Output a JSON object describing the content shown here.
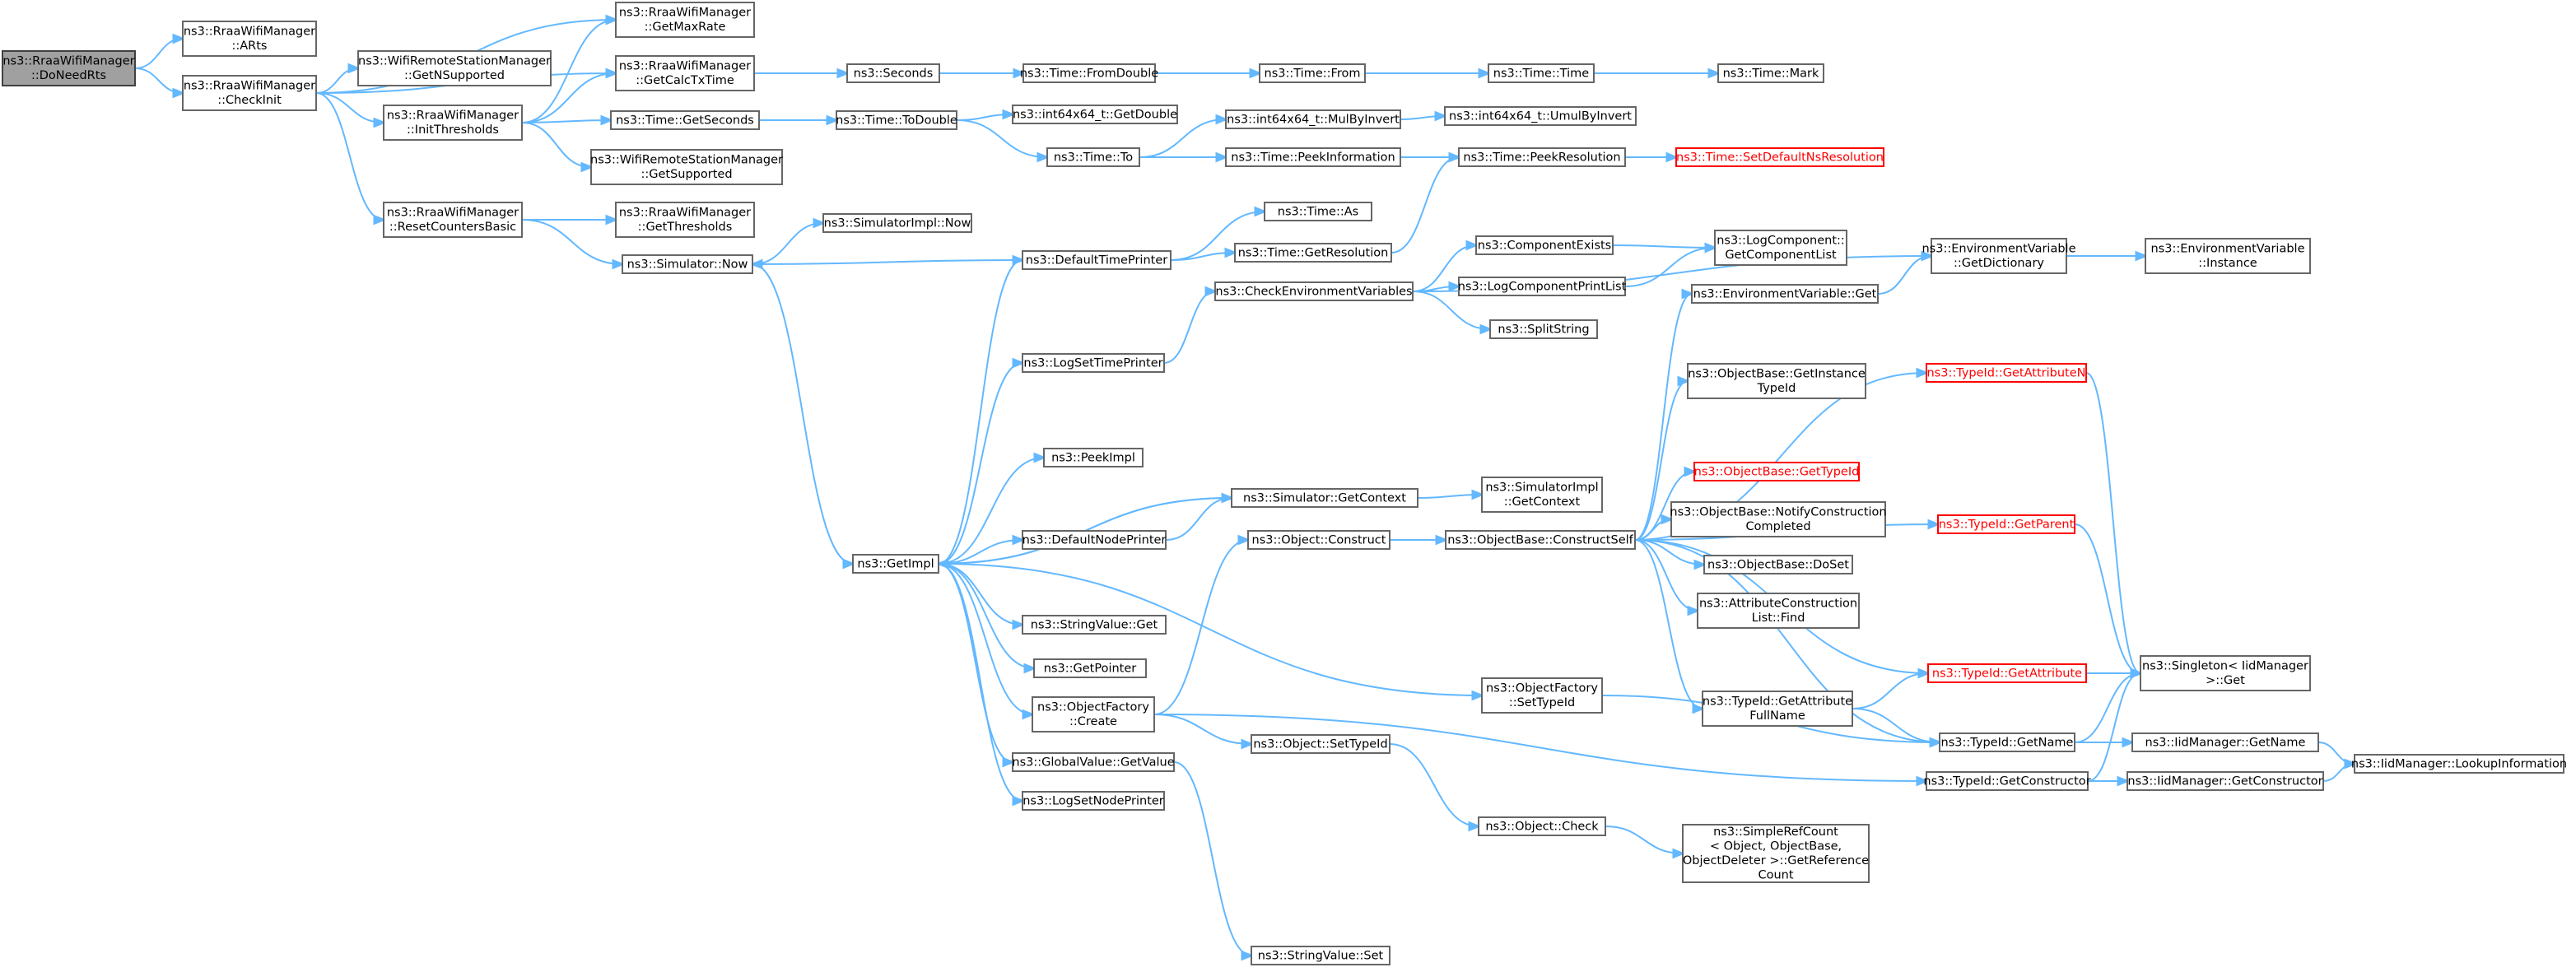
{
  "colors": {
    "edge": "#63b8ff",
    "root_fill": "#a0a0a0",
    "truncated_border": "#ff0000",
    "node_border": "#666666"
  },
  "nodes": [
    {
      "id": "n0",
      "lines": [
        "ns3::RraaWifiManager",
        "::DoNeedRts"
      ],
      "root": true
    },
    {
      "id": "n1",
      "lines": [
        "ns3::RraaWifiManager",
        "::ARts"
      ]
    },
    {
      "id": "n2",
      "lines": [
        "ns3::RraaWifiManager",
        "::CheckInit"
      ]
    },
    {
      "id": "n3",
      "lines": [
        "ns3::RraaWifiManager",
        "::GetMaxRate"
      ]
    },
    {
      "id": "n4",
      "lines": [
        "ns3::WifiRemoteStationManager",
        "::GetNSupported"
      ]
    },
    {
      "id": "n5",
      "lines": [
        "ns3::RraaWifiManager",
        "::GetCalcTxTime"
      ]
    },
    {
      "id": "n6",
      "lines": [
        "ns3::RraaWifiManager",
        "::InitThresholds"
      ]
    },
    {
      "id": "n7",
      "lines": [
        "ns3::RraaWifiManager",
        "::ResetCountersBasic"
      ]
    },
    {
      "id": "n8",
      "lines": [
        "ns3::Seconds"
      ]
    },
    {
      "id": "n9",
      "lines": [
        "ns3::Time::FromDouble"
      ]
    },
    {
      "id": "n10",
      "lines": [
        "ns3::Time::From"
      ]
    },
    {
      "id": "n11",
      "lines": [
        "ns3::Time::Time"
      ]
    },
    {
      "id": "n12",
      "lines": [
        "ns3::Time::Mark"
      ]
    },
    {
      "id": "n13",
      "lines": [
        "ns3::Time::GetSeconds"
      ]
    },
    {
      "id": "n14",
      "lines": [
        "ns3::Time::ToDouble"
      ]
    },
    {
      "id": "n15",
      "lines": [
        "ns3::int64x64_t::GetDouble"
      ]
    },
    {
      "id": "n16",
      "lines": [
        "ns3::Time::To"
      ]
    },
    {
      "id": "n17",
      "lines": [
        "ns3::int64x64_t::MulByInvert"
      ]
    },
    {
      "id": "n18",
      "lines": [
        "ns3::int64x64_t::UmulByInvert"
      ]
    },
    {
      "id": "n19",
      "lines": [
        "ns3::Time::PeekInformation"
      ]
    },
    {
      "id": "n20",
      "lines": [
        "ns3::Time::PeekResolution"
      ]
    },
    {
      "id": "n21",
      "lines": [
        "ns3::Time::SetDefaultNsResolution"
      ],
      "trunc": true
    },
    {
      "id": "n22",
      "lines": [
        "ns3::WifiRemoteStationManager",
        "::GetSupported"
      ]
    },
    {
      "id": "n23",
      "lines": [
        "ns3::RraaWifiManager",
        "::GetThresholds"
      ]
    },
    {
      "id": "n24",
      "lines": [
        "ns3::SimulatorImpl::Now"
      ]
    },
    {
      "id": "n25",
      "lines": [
        "ns3::Simulator::Now"
      ]
    },
    {
      "id": "n26",
      "lines": [
        "ns3::Time::As"
      ]
    },
    {
      "id": "n27",
      "lines": [
        "ns3::DefaultTimePrinter"
      ]
    },
    {
      "id": "n28",
      "lines": [
        "ns3::Time::GetResolution"
      ]
    },
    {
      "id": "n29",
      "lines": [
        "ns3::CheckEnvironmentVariables"
      ]
    },
    {
      "id": "n30",
      "lines": [
        "ns3::ComponentExists"
      ]
    },
    {
      "id": "n31",
      "lines": [
        "ns3::LogComponent::",
        "GetComponentList"
      ]
    },
    {
      "id": "n32",
      "lines": [
        "ns3::LogComponentPrintList"
      ]
    },
    {
      "id": "n33",
      "lines": [
        "ns3::SplitString"
      ]
    },
    {
      "id": "n34",
      "lines": [
        "ns3::EnvironmentVariable",
        "::GetDictionary"
      ]
    },
    {
      "id": "n35",
      "lines": [
        "ns3::EnvironmentVariable",
        "::Instance"
      ]
    },
    {
      "id": "n36",
      "lines": [
        "ns3::EnvironmentVariable::Get"
      ]
    },
    {
      "id": "n37",
      "lines": [
        "ns3::LogSetTimePrinter"
      ]
    },
    {
      "id": "n38",
      "lines": [
        "ns3::PeekImpl"
      ]
    },
    {
      "id": "n39",
      "lines": [
        "ns3::GetImpl"
      ]
    },
    {
      "id": "n40",
      "lines": [
        "ns3::Simulator::GetContext"
      ]
    },
    {
      "id": "n41",
      "lines": [
        "ns3::SimulatorImpl",
        "::GetContext"
      ]
    },
    {
      "id": "n42",
      "lines": [
        "ns3::DefaultNodePrinter"
      ]
    },
    {
      "id": "n43",
      "lines": [
        "ns3::Object::Construct"
      ]
    },
    {
      "id": "n44",
      "lines": [
        "ns3::ObjectBase::ConstructSelf"
      ]
    },
    {
      "id": "n45",
      "lines": [
        "ns3::ObjectBase::GetInstance",
        "TypeId"
      ]
    },
    {
      "id": "n46",
      "lines": [
        "ns3::ObjectBase::GetTypeId"
      ],
      "trunc": true
    },
    {
      "id": "n47",
      "lines": [
        "ns3::ObjectBase::NotifyConstruction",
        "Completed"
      ]
    },
    {
      "id": "n48",
      "lines": [
        "ns3::ObjectBase::DoSet"
      ]
    },
    {
      "id": "n49",
      "lines": [
        "ns3::AttributeConstruction",
        "List::Find"
      ]
    },
    {
      "id": "n50",
      "lines": [
        "ns3::TypeId::GetAttributeN"
      ],
      "trunc": true
    },
    {
      "id": "n51",
      "lines": [
        "ns3::TypeId::GetParent"
      ],
      "trunc": true
    },
    {
      "id": "n52",
      "lines": [
        "ns3::TypeId::GetAttribute"
      ],
      "trunc": true
    },
    {
      "id": "n53",
      "lines": [
        "ns3::Singleton< IidManager",
        ">::Get"
      ]
    },
    {
      "id": "n54",
      "lines": [
        "ns3::StringValue::Get"
      ]
    },
    {
      "id": "n55",
      "lines": [
        "ns3::GetPointer"
      ]
    },
    {
      "id": "n56",
      "lines": [
        "ns3::ObjectFactory",
        "::Create"
      ]
    },
    {
      "id": "n57",
      "lines": [
        "ns3::ObjectFactory",
        "::SetTypeId"
      ]
    },
    {
      "id": "n58",
      "lines": [
        "ns3::TypeId::GetAttribute",
        "FullName"
      ]
    },
    {
      "id": "n59",
      "lines": [
        "ns3::TypeId::GetName"
      ]
    },
    {
      "id": "n60",
      "lines": [
        "ns3::IidManager::GetName"
      ]
    },
    {
      "id": "n61",
      "lines": [
        "ns3::IidManager::LookupInformation"
      ]
    },
    {
      "id": "n62",
      "lines": [
        "ns3::GlobalValue::GetValue"
      ]
    },
    {
      "id": "n63",
      "lines": [
        "ns3::Object::SetTypeId"
      ]
    },
    {
      "id": "n64",
      "lines": [
        "ns3::TypeId::GetConstructor"
      ]
    },
    {
      "id": "n65",
      "lines": [
        "ns3::IidManager::GetConstructor"
      ]
    },
    {
      "id": "n66",
      "lines": [
        "ns3::LogSetNodePrinter"
      ]
    },
    {
      "id": "n67",
      "lines": [
        "ns3::Object::Check"
      ]
    },
    {
      "id": "n68",
      "lines": [
        "ns3::SimpleRefCount",
        "< Object, ObjectBase,",
        "ObjectDeleter >::GetReference",
        "Count"
      ]
    },
    {
      "id": "n69",
      "lines": [
        "ns3::StringValue::Set"
      ]
    }
  ],
  "edges": [
    [
      "n0",
      "n1"
    ],
    [
      "n0",
      "n2"
    ],
    [
      "n2",
      "n3"
    ],
    [
      "n2",
      "n4"
    ],
    [
      "n2",
      "n5"
    ],
    [
      "n2",
      "n6"
    ],
    [
      "n2",
      "n7"
    ],
    [
      "n6",
      "n3"
    ],
    [
      "n6",
      "n5"
    ],
    [
      "n6",
      "n13"
    ],
    [
      "n6",
      "n22"
    ],
    [
      "n5",
      "n8"
    ],
    [
      "n8",
      "n9"
    ],
    [
      "n9",
      "n10"
    ],
    [
      "n10",
      "n11"
    ],
    [
      "n11",
      "n12"
    ],
    [
      "n13",
      "n14"
    ],
    [
      "n14",
      "n15"
    ],
    [
      "n14",
      "n16"
    ],
    [
      "n16",
      "n17"
    ],
    [
      "n16",
      "n19"
    ],
    [
      "n17",
      "n18"
    ],
    [
      "n19",
      "n20"
    ],
    [
      "n20",
      "n21"
    ],
    [
      "n7",
      "n23"
    ],
    [
      "n7",
      "n25"
    ],
    [
      "n25",
      "n24"
    ],
    [
      "n25",
      "n39"
    ],
    [
      "n27",
      "n25"
    ],
    [
      "n27",
      "n26"
    ],
    [
      "n27",
      "n28"
    ],
    [
      "n28",
      "n20"
    ],
    [
      "n29",
      "n30"
    ],
    [
      "n29",
      "n32"
    ],
    [
      "n29",
      "n33"
    ],
    [
      "n29",
      "n34"
    ],
    [
      "n30",
      "n31"
    ],
    [
      "n32",
      "n31"
    ],
    [
      "n34",
      "n35"
    ],
    [
      "n36",
      "n34"
    ],
    [
      "n39",
      "n27"
    ],
    [
      "n39",
      "n37"
    ],
    [
      "n39",
      "n38"
    ],
    [
      "n39",
      "n40"
    ],
    [
      "n39",
      "n42"
    ],
    [
      "n39",
      "n54"
    ],
    [
      "n39",
      "n55"
    ],
    [
      "n39",
      "n56"
    ],
    [
      "n39",
      "n57"
    ],
    [
      "n39",
      "n62"
    ],
    [
      "n39",
      "n66"
    ],
    [
      "n37",
      "n29"
    ],
    [
      "n40",
      "n39"
    ],
    [
      "n40",
      "n41"
    ],
    [
      "n42",
      "n40"
    ],
    [
      "n56",
      "n43"
    ],
    [
      "n56",
      "n63"
    ],
    [
      "n56",
      "n64"
    ],
    [
      "n43",
      "n44"
    ],
    [
      "n44",
      "n36"
    ],
    [
      "n44",
      "n45"
    ],
    [
      "n44",
      "n46"
    ],
    [
      "n44",
      "n47"
    ],
    [
      "n44",
      "n48"
    ],
    [
      "n44",
      "n49"
    ],
    [
      "n44",
      "n50"
    ],
    [
      "n44",
      "n51"
    ],
    [
      "n44",
      "n52"
    ],
    [
      "n44",
      "n58"
    ],
    [
      "n44",
      "n59"
    ],
    [
      "n50",
      "n53"
    ],
    [
      "n51",
      "n53"
    ],
    [
      "n52",
      "n53"
    ],
    [
      "n58",
      "n52"
    ],
    [
      "n58",
      "n59"
    ],
    [
      "n59",
      "n53"
    ],
    [
      "n59",
      "n60"
    ],
    [
      "n60",
      "n61"
    ],
    [
      "n57",
      "n59"
    ],
    [
      "n63",
      "n67"
    ],
    [
      "n67",
      "n68"
    ],
    [
      "n64",
      "n53"
    ],
    [
      "n64",
      "n65"
    ],
    [
      "n65",
      "n61"
    ],
    [
      "n62",
      "n69"
    ]
  ]
}
